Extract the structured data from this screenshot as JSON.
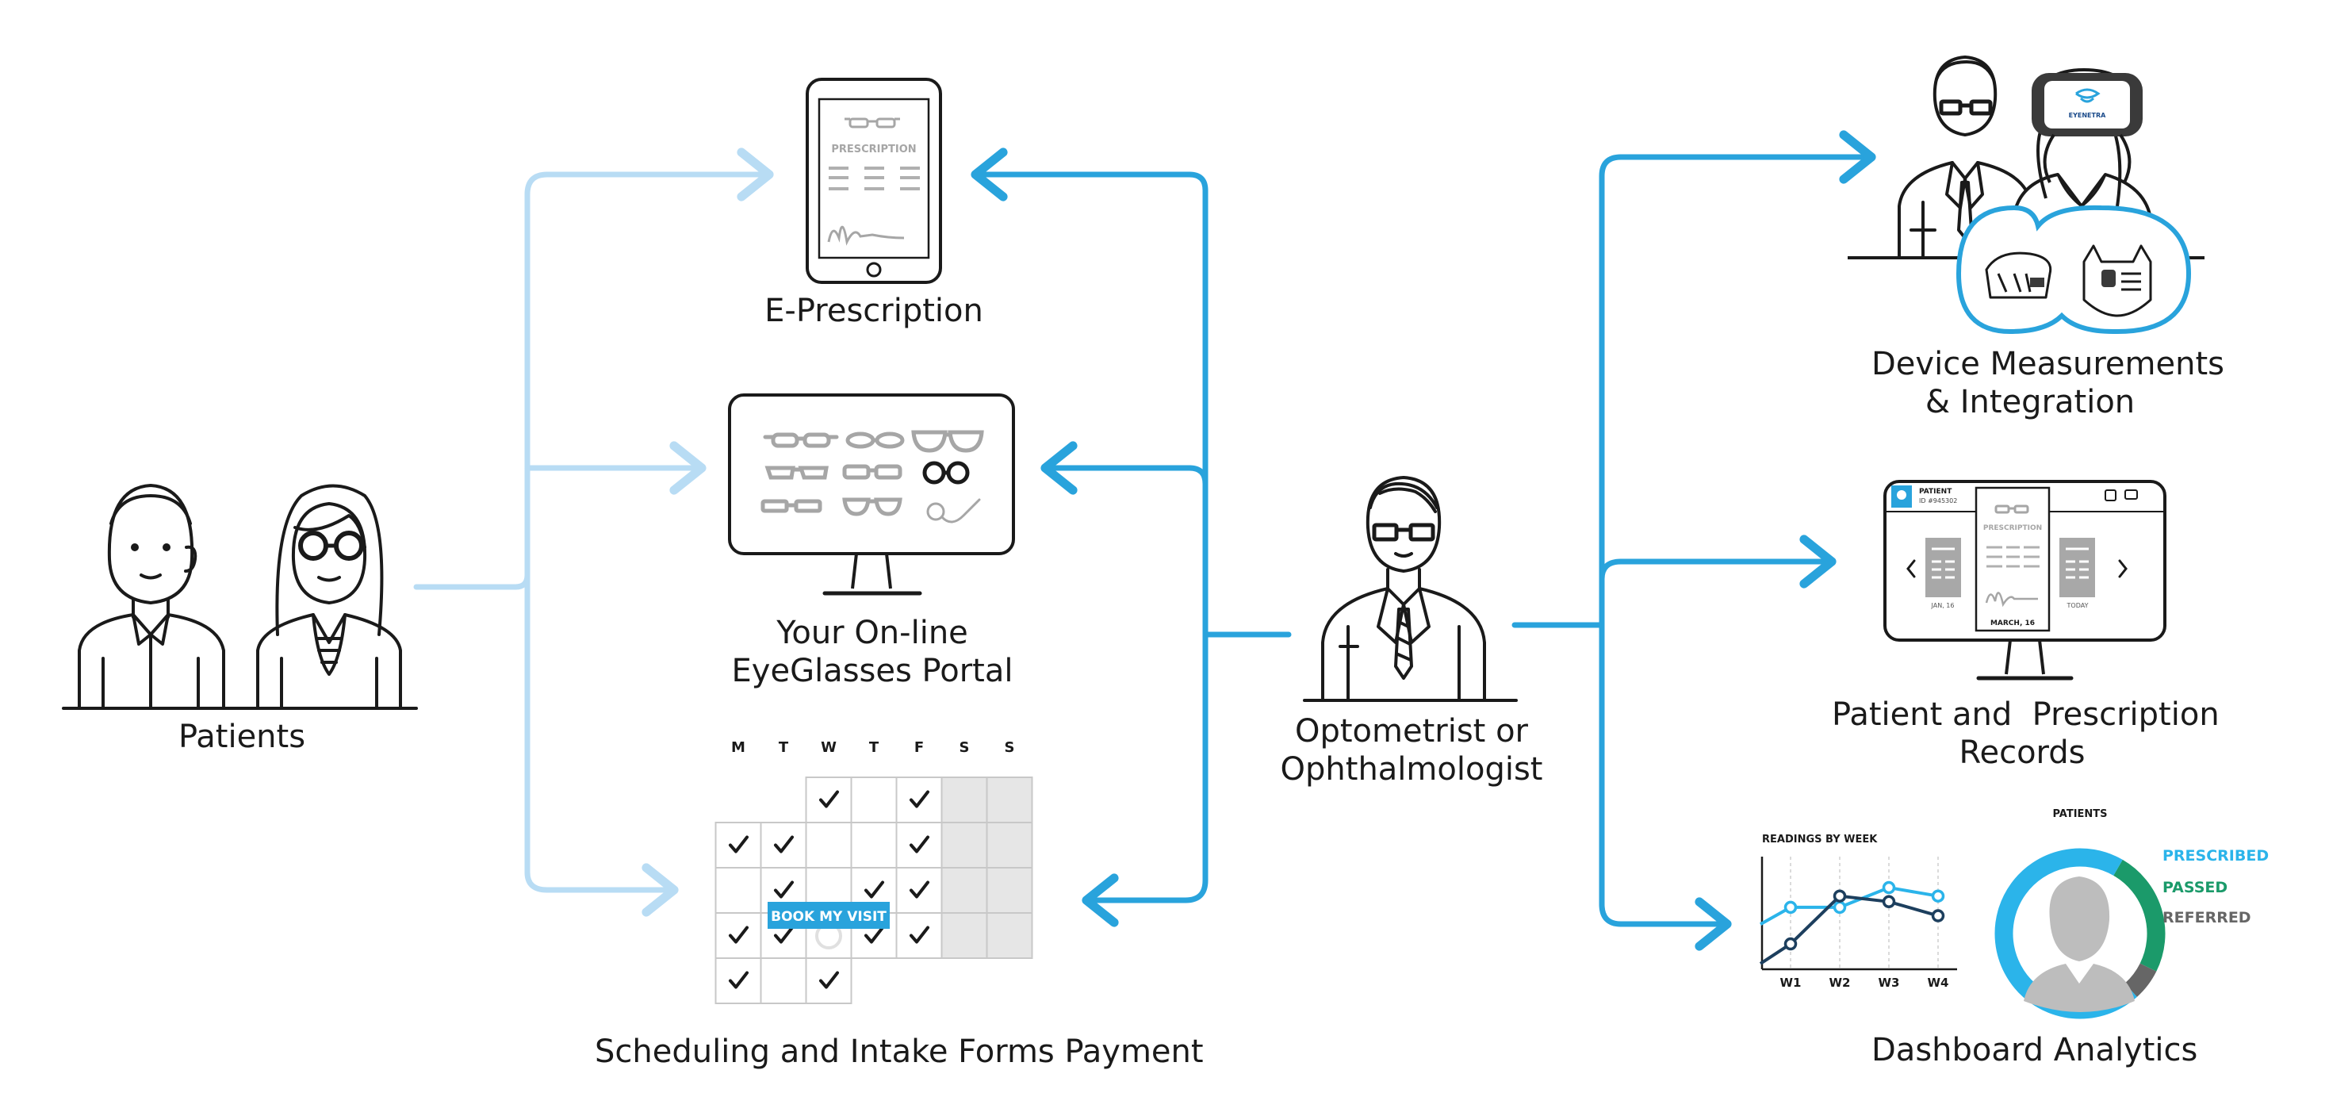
{
  "colors": {
    "light_blue": "#b8dcf4",
    "blue": "#29a3dc",
    "dark_stroke": "#1a1a1a",
    "grey": "#a6a6a6",
    "light_grey": "#e6e6e6",
    "prescribed": "#2bb4ea",
    "passed": "#1b9a6a",
    "referred": "#666666",
    "navy": "#1d3f5e"
  },
  "nodes": {
    "patients": {
      "label": "Patients"
    },
    "e_prescription": {
      "label": "E-Prescription",
      "doc_title": "PRESCRIPTION"
    },
    "portal": {
      "label_line1": "Your On-line",
      "label_line2": "EyeGlasses Portal"
    },
    "scheduling": {
      "label": "Scheduling and Intake Forms Payment",
      "days": [
        "M",
        "T",
        "W",
        "T",
        "F",
        "S",
        "S"
      ],
      "book_button": "BOOK MY VISIT"
    },
    "optometrist": {
      "label_line1": "Optometrist or",
      "label_line2": "Ophthalmologist"
    },
    "device": {
      "label_line1": "Device Measurements",
      "label_line2": "& Integration",
      "headset_brand": "EYENETRA"
    },
    "records": {
      "label_line1": "Patient and  Prescription",
      "label_line2": "Records",
      "patient_label": "PATIENT",
      "patient_id": "ID #945302",
      "doc_title": "PRESCRIPTION",
      "date_left": "JAN, 16",
      "date_center": "MARCH, 16",
      "date_right": "TODAY"
    },
    "analytics": {
      "label": "Dashboard Analytics",
      "chart_title": "READINGS BY WEEK",
      "donut_title": "PATIENTS",
      "legend": [
        "PRESCRIBED",
        "PASSED",
        "REFERRED"
      ]
    }
  },
  "chart_data": {
    "type": "line",
    "title": "READINGS BY WEEK",
    "x": [
      "W1",
      "W2",
      "W3",
      "W4"
    ],
    "series": [
      {
        "values": [
          2.2,
          2.2,
          2.9,
          2.6
        ]
      },
      {
        "values": [
          0.9,
          2.6,
          2.4,
          1.9
        ]
      }
    ],
    "ylim": [
      0,
      4
    ]
  },
  "donut_data": {
    "type": "pie",
    "title": "PATIENTS",
    "labels": [
      "PRESCRIBED",
      "PASSED",
      "REFERRED"
    ],
    "values": [
      70,
      24,
      6
    ]
  }
}
